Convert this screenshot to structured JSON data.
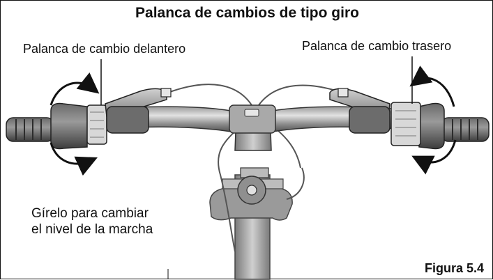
{
  "figure": {
    "title": "Palanca de cambios de tipo giro",
    "front_lever_label": "Palanca de cambio delantero",
    "rear_lever_label": "Palanca de cambio trasero",
    "instruction_line1": "Gírelo para cambiar",
    "instruction_line2": "el nivel de la marcha",
    "figure_number": "Figura 5.4"
  },
  "colors": {
    "border": "#111111",
    "metal_dark": "#4a4a4a",
    "metal_mid": "#8a8a8a",
    "metal_light": "#c8c8c8",
    "grip": "#5a5a5a",
    "arrow": "#111111"
  }
}
